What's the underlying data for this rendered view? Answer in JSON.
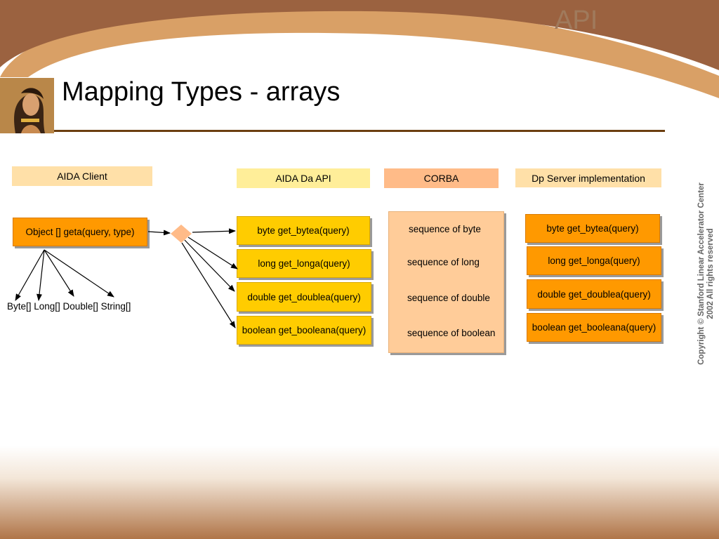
{
  "slide": {
    "corner_title": "API",
    "title": "Mapping Types - arrays"
  },
  "columns": {
    "client": "AIDA Client",
    "da_api": "AIDA Da API",
    "corba": "CORBA",
    "server": "Dp Server implementation"
  },
  "client": {
    "method": "Object [] geta(query, type)",
    "return_types": "Byte[] Long[] Double[] String[]"
  },
  "da_api_methods": [
    "byte get_bytea(query)",
    "long get_longa(query)",
    "double get_doublea(query)",
    "boolean get_booleana(query)"
  ],
  "corba_types": [
    "sequence of byte",
    "sequence of long",
    "sequence of double",
    "sequence of boolean"
  ],
  "server_methods": [
    "byte get_bytea(query)",
    "long get_longa(query)",
    "double get_doublea(query)",
    "boolean get_booleana(query)"
  ],
  "copyright": {
    "line1": "Copyright  © Stanford Linear Accelerator Center",
    "line2": "2002 All rights reserved"
  },
  "colors": {
    "header_brown": "#9b6240",
    "header_tan": "#d9a066",
    "client_header": "#ffe0a8",
    "da_api_header": "#ffee99",
    "corba_header": "#ffbb88",
    "server_header": "#ffe0a8",
    "yellow_box": "#ffcc00",
    "orange_box": "#ff9900",
    "corba_panel": "#ffcc99",
    "diamond": "#ffbb88"
  }
}
